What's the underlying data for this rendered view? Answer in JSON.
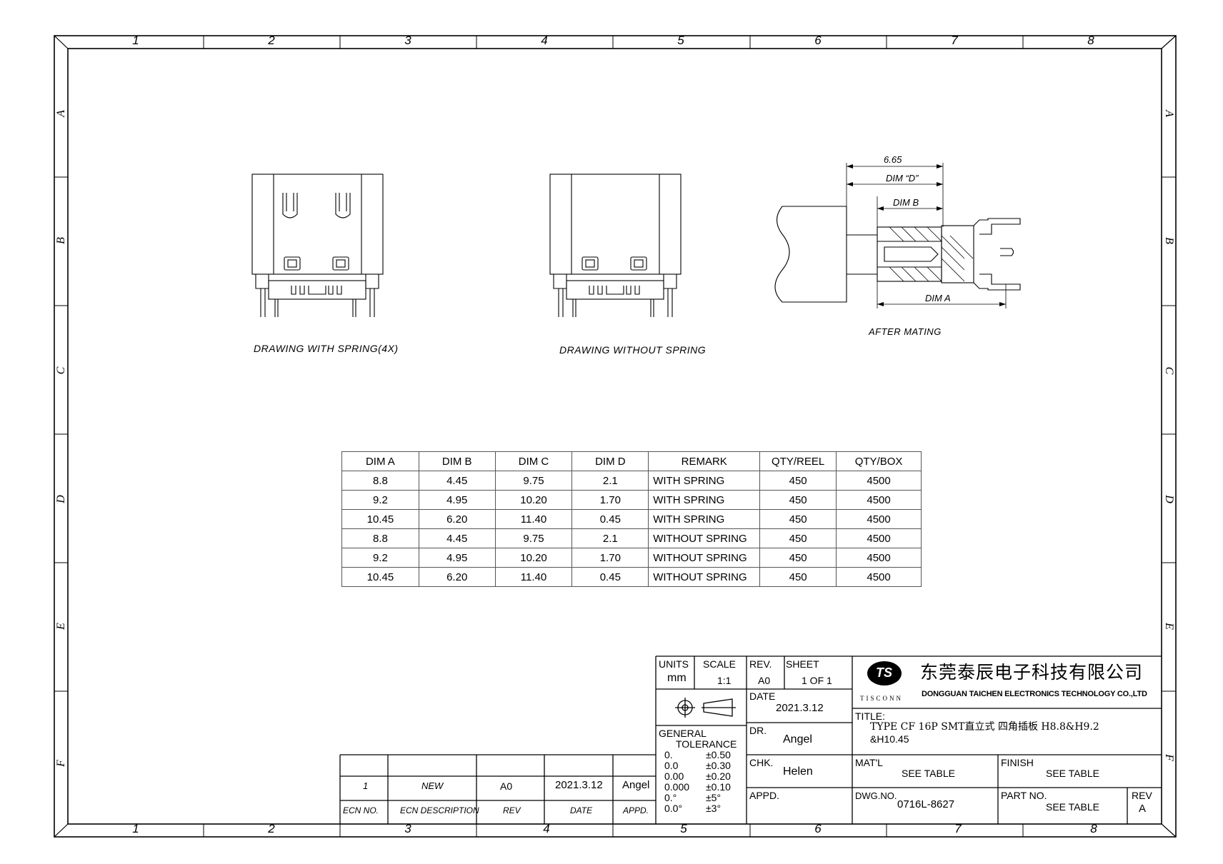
{
  "border": {
    "columns": [
      "1",
      "2",
      "3",
      "4",
      "5",
      "6",
      "7",
      "8"
    ],
    "rows": [
      "A",
      "B",
      "C",
      "D",
      "E",
      "F"
    ]
  },
  "views": {
    "with_spring_caption": "DRAWING WITH SPRING(4X)",
    "without_spring_caption": "DRAWING WITHOUT SPRING",
    "after_mating_caption": "AFTER MATING",
    "dim_total": "6.65",
    "dim_d": "DIM “D”",
    "dim_b": "DIM B",
    "dim_a": "DIM A"
  },
  "dim_table": {
    "headers": [
      "DIM A",
      "DIM B",
      "DIM C",
      "DIM D",
      "REMARK",
      "QTY/REEL",
      "QTY/BOX"
    ],
    "rows": [
      [
        "8.8",
        "4.45",
        "9.75",
        "2.1",
        "WITH SPRING",
        "450",
        "4500"
      ],
      [
        "9.2",
        "4.95",
        "10.20",
        "1.70",
        "WITH SPRING",
        "450",
        "4500"
      ],
      [
        "10.45",
        "6.20",
        "11.40",
        "0.45",
        "WITH SPRING",
        "450",
        "4500"
      ],
      [
        "8.8",
        "4.45",
        "9.75",
        "2.1",
        "WITHOUT SPRING",
        "450",
        "4500"
      ],
      [
        "9.2",
        "4.95",
        "10.20",
        "1.70",
        "WITHOUT SPRING",
        "450",
        "4500"
      ],
      [
        "10.45",
        "6.20",
        "11.40",
        "0.45",
        "WITHOUT SPRING",
        "450",
        "4500"
      ]
    ]
  },
  "revision_block": {
    "row": {
      "ecn_no": "1",
      "description": "NEW",
      "rev": "A0",
      "date": "2021.3.12",
      "appd": "Angel"
    },
    "labels": {
      "ecn_no": "ECN NO.",
      "ecn_description": "ECN DESCRIPTION",
      "rev": "REV",
      "date": "DATE",
      "appd": "APPD."
    }
  },
  "title_block": {
    "units_label": "UNITS",
    "units_value": "mm",
    "scale_label": "SCALE",
    "scale_value": "1:1",
    "rev_label": "REV.",
    "rev_value": "A0",
    "sheet_label": "SHEET",
    "sheet_value": "1 OF 1",
    "date_label": "DATE",
    "date_value": "2021.3.12",
    "dr_label": "DR.",
    "dr_value": "Angel",
    "chk_label": "CHK.",
    "chk_value": "Helen",
    "appd_label": "APPD.",
    "general_label": "GENERAL",
    "tolerance_label": "TOLERANCE",
    "tolerances": [
      [
        "0.",
        "±0.50"
      ],
      [
        "0.0",
        "±0.30"
      ],
      [
        "0.00",
        "±0.20"
      ],
      [
        "0.000",
        "±0.10"
      ],
      [
        "0.°",
        "±5°"
      ],
      [
        "0.0°",
        "±3°"
      ]
    ],
    "company_cn": "东莞泰辰电子科技有限公司",
    "company_en": "DONGGUAN TAICHEN ELECTRONICS TECHNOLOGY CO.,LTD",
    "logo_text": "TISCONN",
    "logo_mark": "TS",
    "title_label": "TITLE:",
    "title_line1": "TYPE CF 16P SMT直立式 四角插板 H8.8&H9.2",
    "title_line2": "&H10.45",
    "matl_label": "MAT'L",
    "matl_value": "SEE TABLE",
    "finish_label": "FINISH",
    "finish_value": "SEE TABLE",
    "dwg_label": "DWG.NO.",
    "dwg_value": "0716L-8627",
    "part_label": "PART NO.",
    "part_value": "SEE TABLE",
    "rev2_label": "REV",
    "rev2_value": "A"
  }
}
